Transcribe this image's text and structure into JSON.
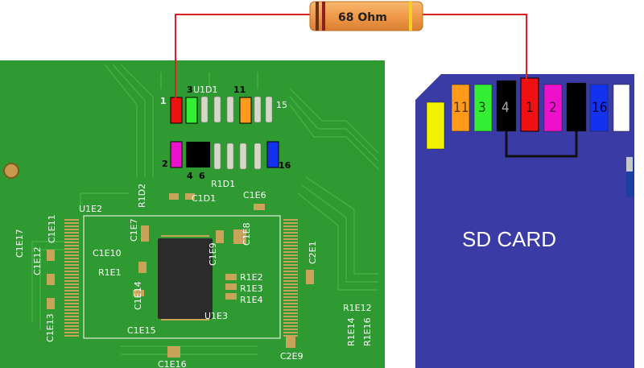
{
  "resistor": {
    "label": "68 Ohm"
  },
  "sd_card": {
    "title": "SD CARD",
    "body_color": "#3b3ba6",
    "pins": [
      {
        "label": "",
        "color": "#f2f200"
      },
      {
        "label": "11",
        "color": "#ff9a1a"
      },
      {
        "label": "3",
        "color": "#33ee33"
      },
      {
        "label": "4",
        "color": "#000000"
      },
      {
        "label": "1",
        "color": "#ee1111"
      },
      {
        "label": "2",
        "color": "#ee11cc"
      },
      {
        "label": "",
        "color": "#000000"
      },
      {
        "label": "16",
        "color": "#1133ee"
      },
      {
        "label": "",
        "color": "#ffffff"
      }
    ]
  },
  "pcb": {
    "board_color": "#2f9a32",
    "pads_top": [
      {
        "label": "1",
        "color": "#ee1111"
      },
      {
        "label": "3",
        "color": "#33ee33"
      },
      {
        "label": "11",
        "color": "#ff9a1a"
      }
    ],
    "pads_bottom": [
      {
        "label": "2",
        "color": "#ee11cc"
      },
      {
        "label": "4",
        "color": "#000000"
      },
      {
        "label": "6",
        "color": "#000000"
      },
      {
        "label": "16",
        "color": "#1133ee"
      }
    ],
    "pin15_label": "15",
    "labels": {
      "u1d1": "U1D1",
      "r1d1": "R1D1",
      "c1d1": "C1D1",
      "r1d2": "R1D2",
      "c1e6": "C1E6",
      "u1e2": "U1E2",
      "c1e7": "C1E7",
      "c1e8": "C1E8",
      "c1e9": "C1E9",
      "c1e10": "C1E10",
      "c1e11": "C1E11",
      "c1e12": "C1E12",
      "c1e13": "C1E13",
      "c1e14": "C1E14",
      "c1e15": "C1E15",
      "c1e16": "C1E16",
      "c1e17": "C1E17",
      "r1e1": "R1E1",
      "r1e2": "R1E2",
      "r1e3": "R1E3",
      "r1e4": "R1E4",
      "u1e3": "U1E3",
      "c2e1": "C2E1",
      "c2e9": "C2E9",
      "r1e12": "R1E12",
      "r1e14": "R1E14",
      "r1e16": "R1E16"
    }
  },
  "colors": {
    "wire": "#e02020",
    "bridge": "#111111",
    "resistor_body": "#f0a050"
  }
}
